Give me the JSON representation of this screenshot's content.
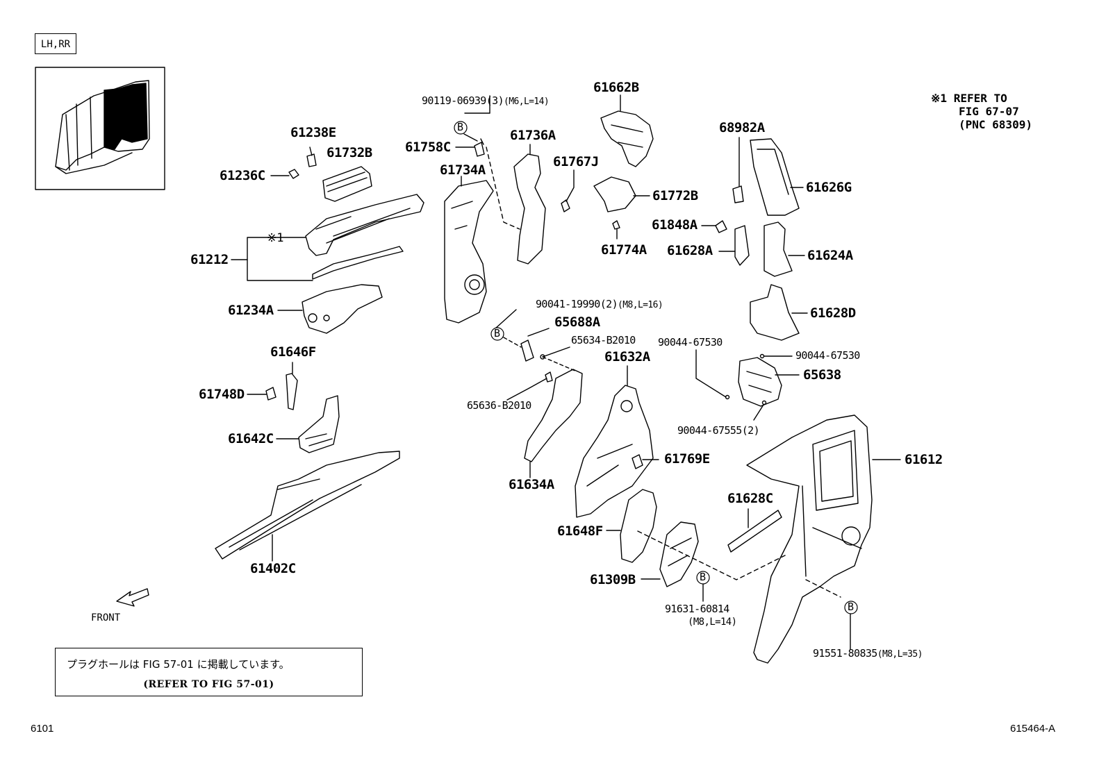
{
  "view_label": "LH,RR",
  "callouts": {
    "p61238E": "61238E",
    "p61732B": "61732B",
    "p61236C": "61236C",
    "p61212": "61212",
    "p61234A": "61234A",
    "p61646F": "61646F",
    "p61748D": "61748D",
    "p61642C": "61642C",
    "p61402C": "61402C",
    "p61758C": "61758C",
    "p61736A": "61736A",
    "p61734A": "61734A",
    "p61767J": "61767J",
    "p61662B": "61662B",
    "p61772B": "61772B",
    "p61774A": "61774A",
    "p68982A": "68982A",
    "p61626G": "61626G",
    "p61848A": "61848A",
    "p61628A": "61628A",
    "p61624A": "61624A",
    "p61628D": "61628D",
    "p65688A": "65688A",
    "p61632A": "61632A",
    "p65638": "65638",
    "p61634A": "61634A",
    "p61769E": "61769E",
    "p61612": "61612",
    "p61628C": "61628C",
    "p61648F": "61648F",
    "p61309B": "61309B"
  },
  "fasteners": {
    "f90119": "90119-06939(3)",
    "f90119_spec": "(M6,L=14)",
    "f90041": "90041-19990(2)",
    "f90041_spec": "(M8,L=16)",
    "f65634": "65634-B2010",
    "f65636": "65636-B2010",
    "f90044a": "90044-67530",
    "f90044b": "90044-67530",
    "f90044c": "90044-67555(2)",
    "f91631": "91631-60814",
    "f91631_spec": "(M8,L=14)",
    "f91551": "91551-80835",
    "f91551_spec": "(M8,L=35)"
  },
  "markers": {
    "b": "B",
    "note_mark": "※1"
  },
  "refer_note": {
    "mark": "※1",
    "line1": "REFER TO",
    "line2": "FIG 67-07",
    "line3": "(PNC 68309)"
  },
  "front_label": "FRONT",
  "plug_note": {
    "jp": "プラグホールは FIG 57-01 に掲載しています。",
    "en": "(REFER TO FIG 57-01)"
  },
  "page_code": "6101",
  "figure_code": "615464-A"
}
